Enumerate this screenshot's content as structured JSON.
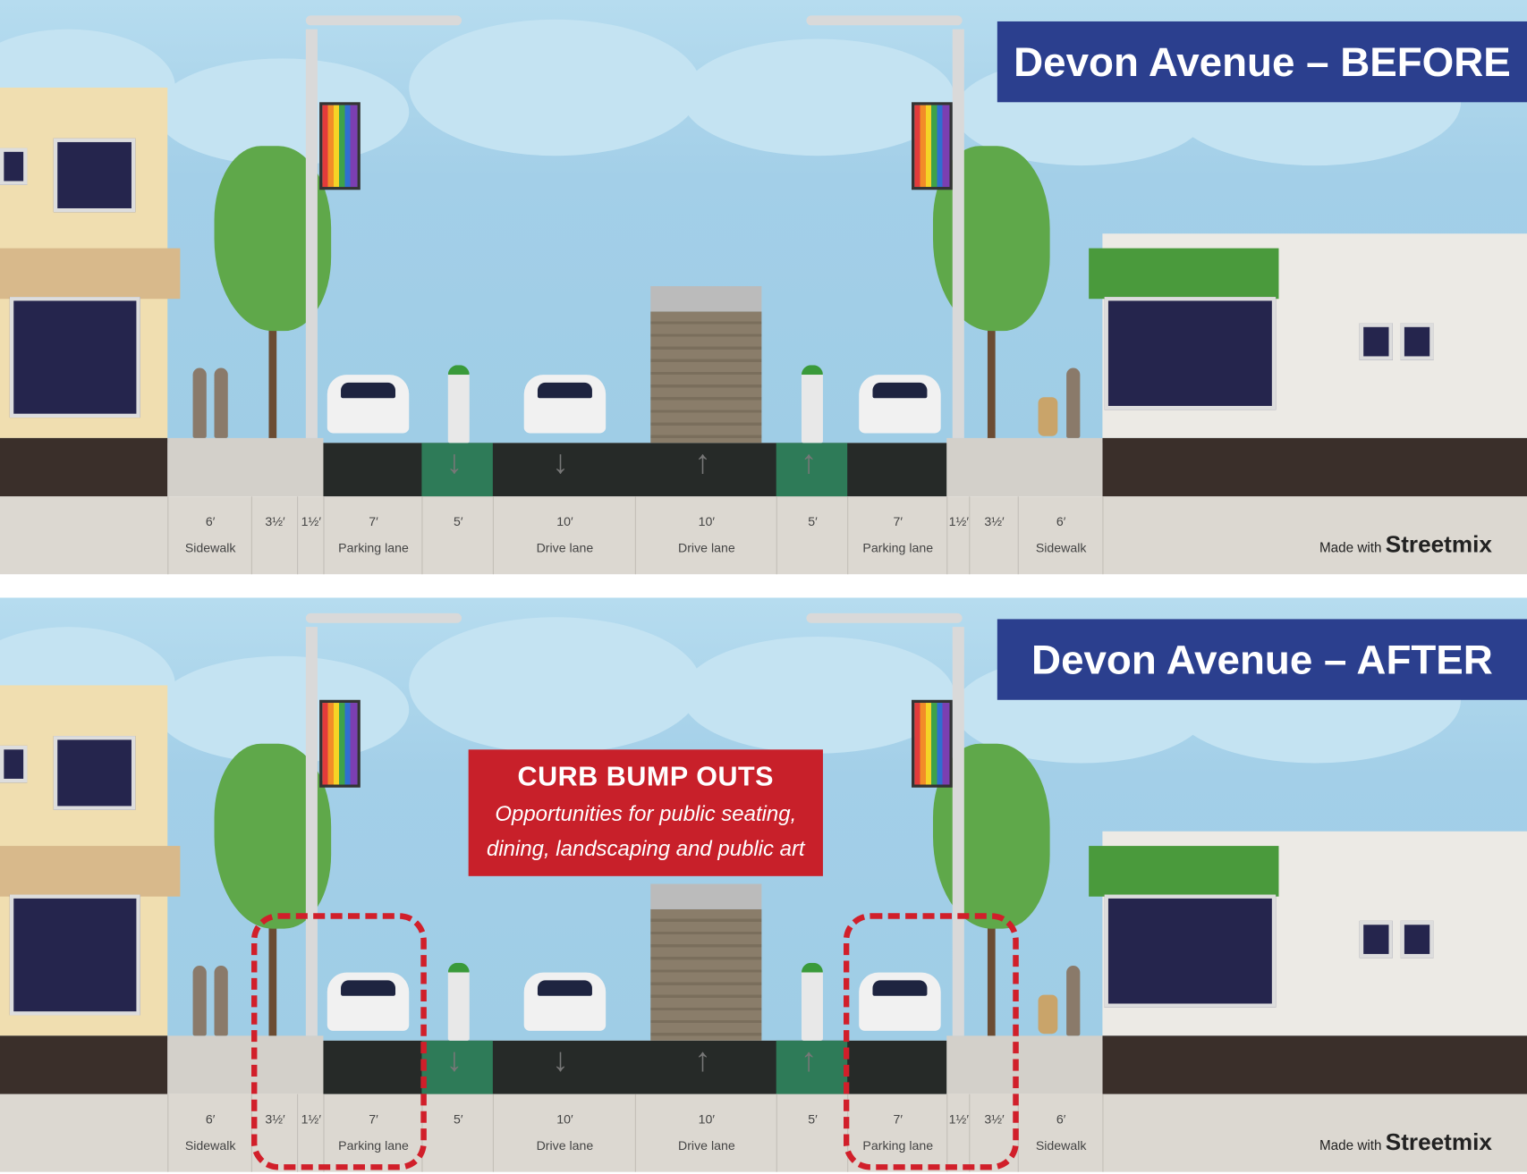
{
  "panels": [
    {
      "title": "Devon Avenue – BEFORE",
      "show_callout": false
    },
    {
      "title": "Devon Avenue – AFTER",
      "show_callout": true,
      "callout": {
        "heading": "CURB BUMP OUTS",
        "lines": [
          "Opportunities for public seating,",
          "dining, landscaping and public art"
        ]
      }
    }
  ],
  "segments": [
    {
      "width": "6′",
      "name": "Sidewalk"
    },
    {
      "width": "3½′",
      "name": ""
    },
    {
      "width": "1½′",
      "name": ""
    },
    {
      "width": "7′",
      "name": "Parking lane"
    },
    {
      "width": "5′",
      "name": ""
    },
    {
      "width": "10′",
      "name": "Drive lane"
    },
    {
      "width": "10′",
      "name": "Drive lane"
    },
    {
      "width": "5′",
      "name": ""
    },
    {
      "width": "7′",
      "name": "Parking lane"
    },
    {
      "width": "1½′",
      "name": ""
    },
    {
      "width": "3½′",
      "name": ""
    },
    {
      "width": "6′",
      "name": "Sidewalk"
    }
  ],
  "credit": {
    "prefix": "Made with",
    "brand": "Streetmix"
  },
  "colors": {
    "title_bg": "#2b3f8e",
    "callout_bg": "#c8202a",
    "bike_lane": "#2e7b58",
    "road": "#262a28"
  }
}
